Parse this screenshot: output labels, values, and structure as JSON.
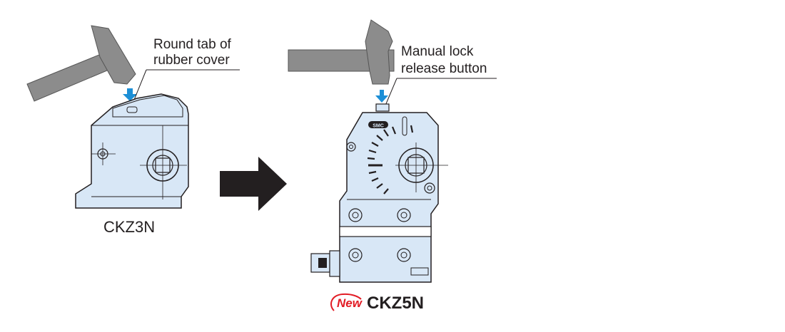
{
  "left_product": {
    "callout_line1": "Round tab of",
    "callout_line2": "rubber cover",
    "caption": "CKZ3N"
  },
  "right_product": {
    "callout_line1": "Manual lock",
    "callout_line2": "release button",
    "new_badge": "New",
    "caption": "CKZ5N",
    "body_logo": "SMC"
  },
  "colors": {
    "body_fill": "#d8e7f6",
    "outline": "#231f20",
    "hammer": "#8c8c8c",
    "press_arrow": "#1c8fd6",
    "transition_arrow": "#231f20",
    "new_badge": "#e21c25"
  }
}
